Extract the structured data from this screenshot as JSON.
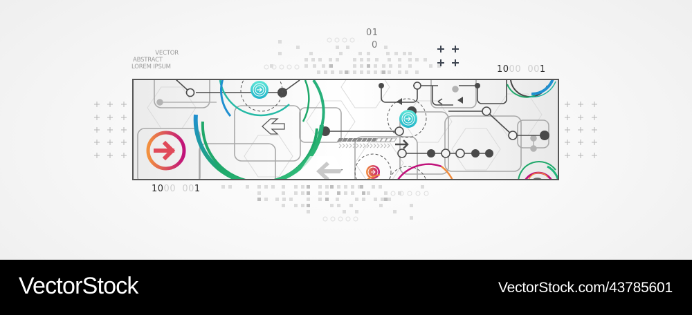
{
  "illustration": {
    "caption": {
      "line1": "VECTOR",
      "line2": "ABSTRACT",
      "line3": "LOREM IPSUM"
    },
    "binary_top": {
      "line1": "01",
      "line2": "0"
    },
    "binary_right": {
      "bold1": "10",
      "dim1": "00",
      "dim2": "00",
      "bold2": "1"
    },
    "binary_left": {
      "bold1": "10",
      "dim1": "00",
      "dim2": "00",
      "bold2": "1"
    },
    "icons": [
      "arrow-right-circle-icon",
      "arrow-left-outline-icon",
      "arrow-left-solid-icon",
      "arrow-right-small-icon",
      "forward-badge-icon",
      "plus-grid-icon"
    ],
    "colors": {
      "accent_teal": "#2bc6c0",
      "accent_green": "#1fa86a",
      "accent_blue": "#1f8fd0",
      "accent_magenta": "#c0117a",
      "accent_orange": "#f08a3a",
      "line_dark": "#4a4a4a",
      "line_gray": "#9a9a9a"
    }
  },
  "footer": {
    "brand": "VectorStock",
    "url": "VectorStock.com/43785601"
  }
}
